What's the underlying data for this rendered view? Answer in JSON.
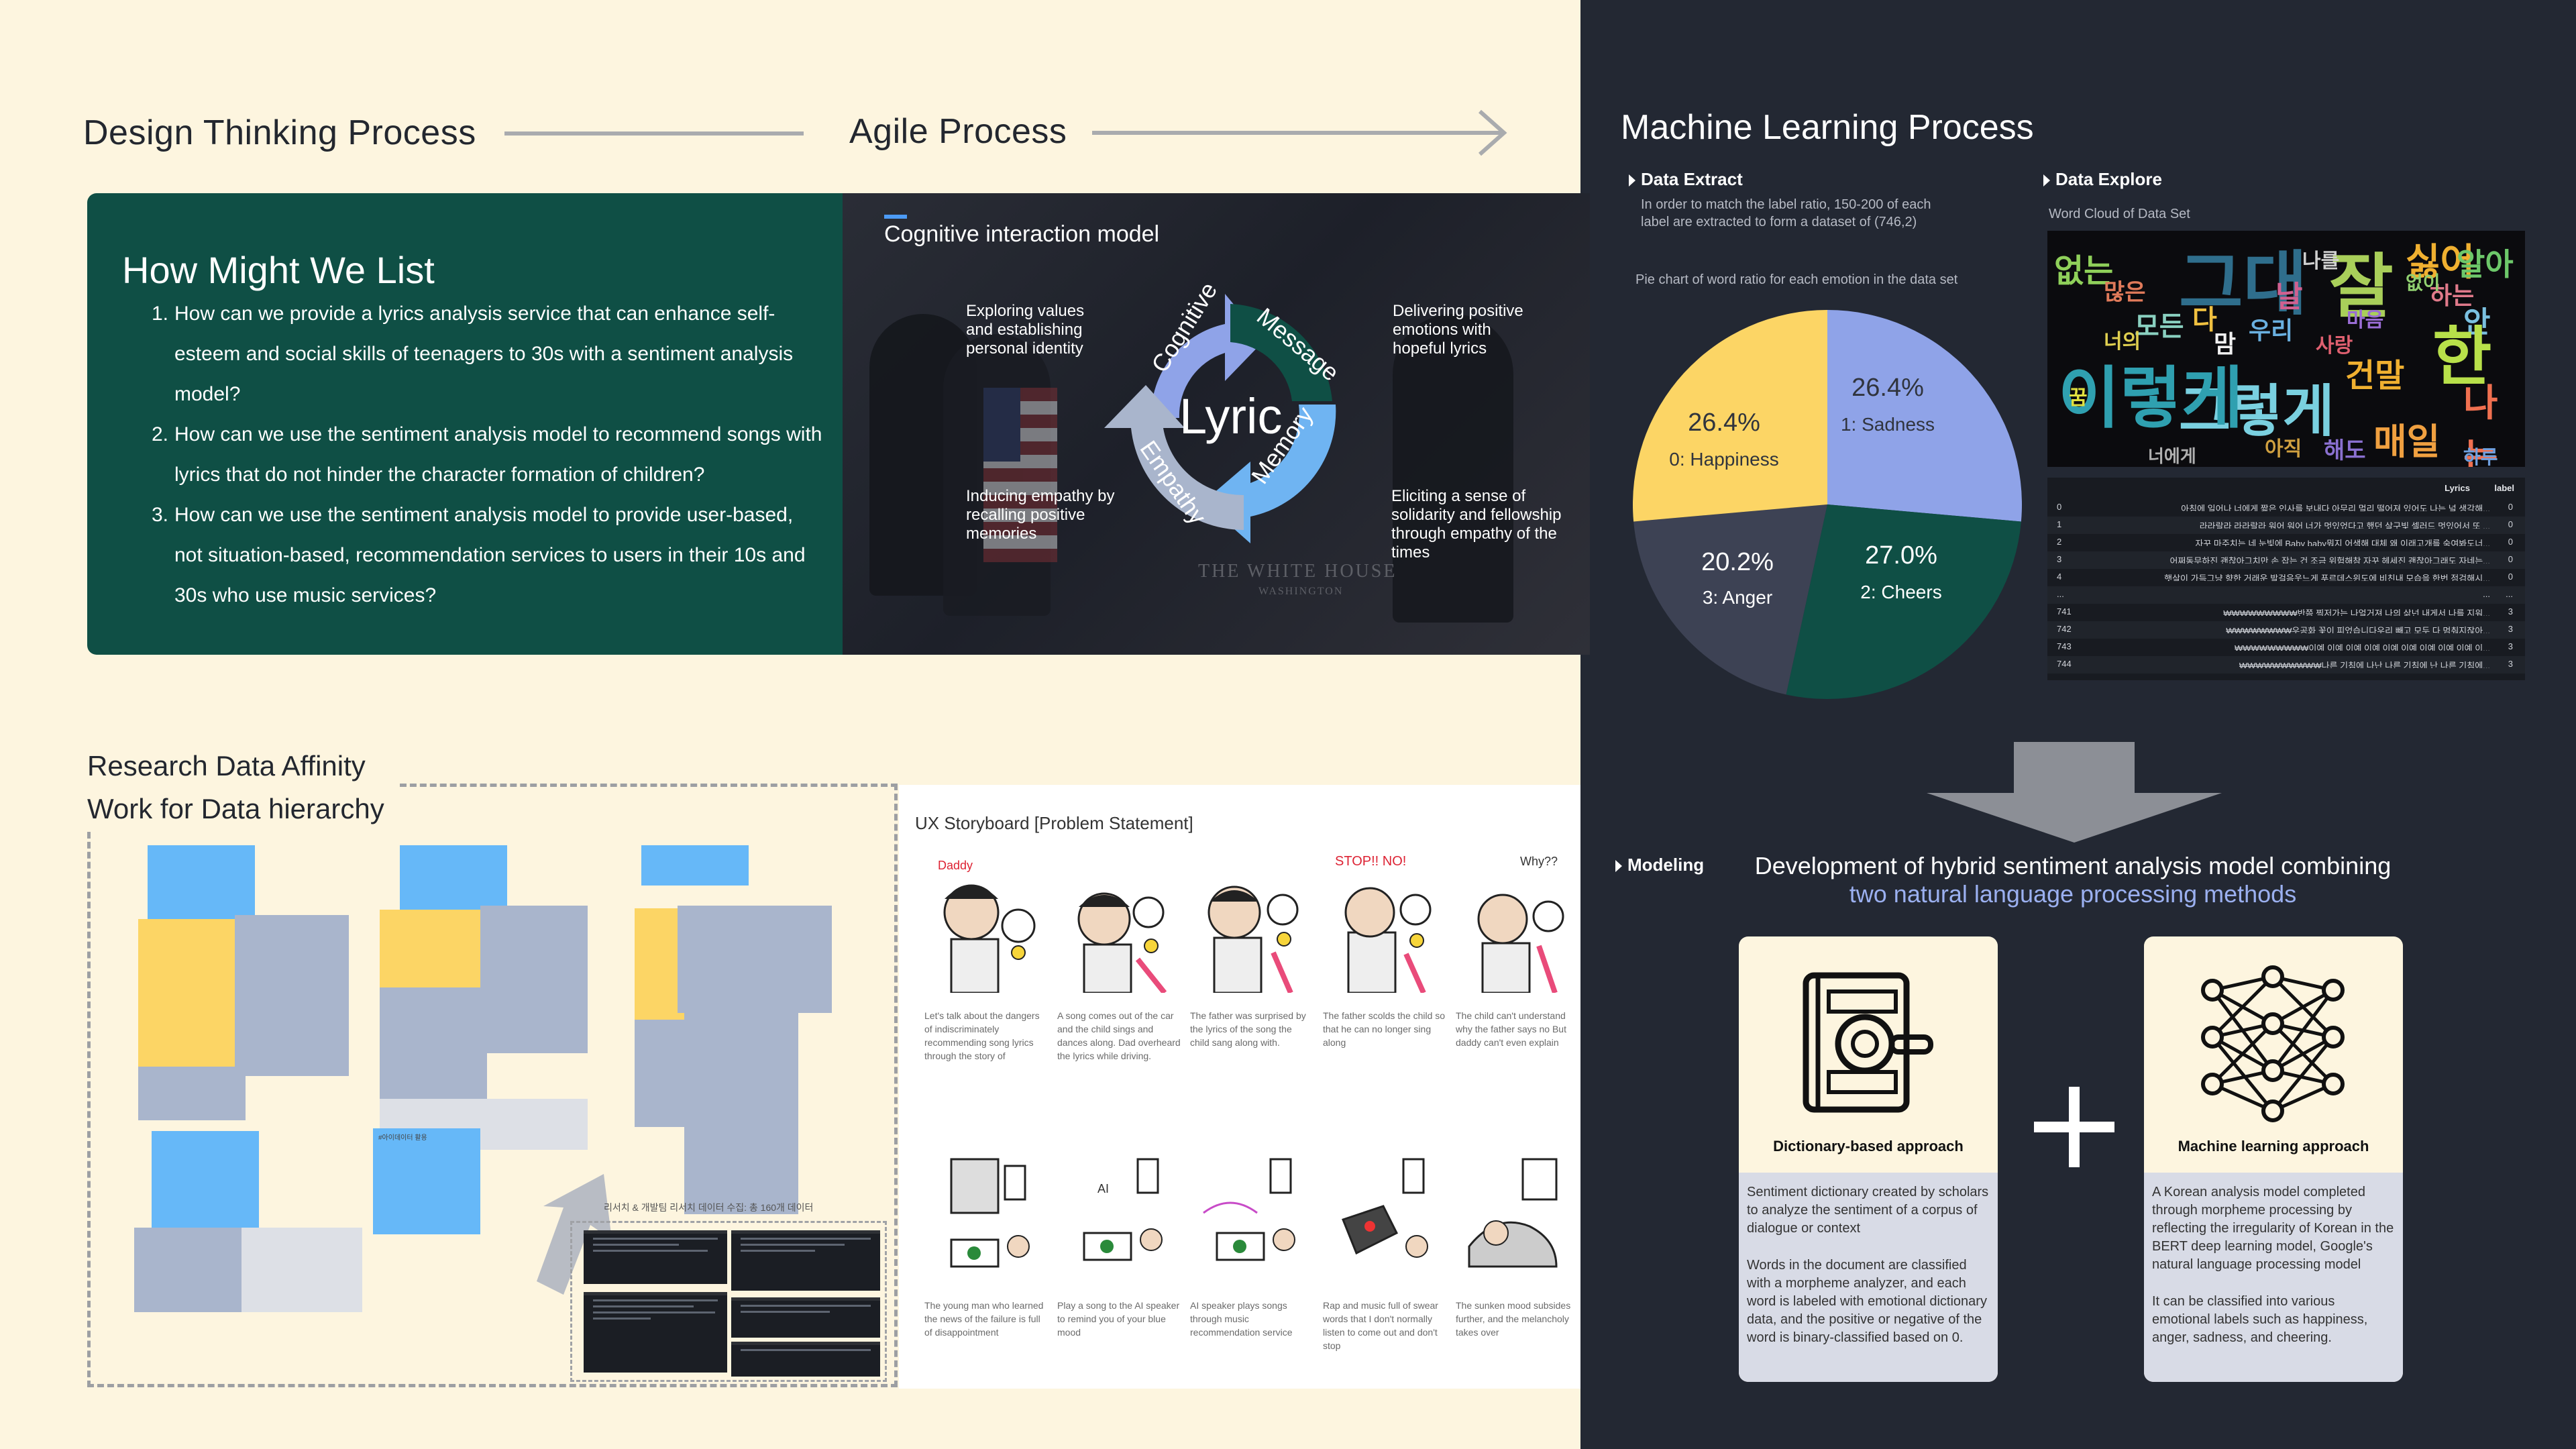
{
  "left": {
    "design_thinking": "Design Thinking Process",
    "agile": "Agile Process"
  },
  "hmw": {
    "title": "How Might We List",
    "items": [
      {
        "num": "1.",
        "text": "How can we provide a lyrics analysis service that can enhance self-esteem and social skills of teenagers to 30s with a sentiment analysis model?"
      },
      {
        "num": "2.",
        "text": "How can we use the sentiment analysis model to recommend songs with lyrics that do not hinder the character formation of  children?"
      },
      {
        "num": "3.",
        "text": "How can we use the sentiment analysis model to provide user-based, not situation-based, recommendation services to users in their 10s and 30s who use music services?"
      }
    ]
  },
  "cognitive": {
    "title": "Cognitive interaction model",
    "center": "Lyric",
    "arrow_labels": [
      "Cognitive",
      "Message",
      "Memory",
      "Empathy"
    ],
    "notes": {
      "top_left": "Exploring values and establishing personal identity",
      "top_right": "Delivering positive emotions with hopeful lyrics",
      "bottom_left": "Inducing empathy by recalling positive memories",
      "bottom_right": "Eliciting a sense of solidarity and fellowship through empathy of the times"
    },
    "background_text": [
      "THE WHITE HOUSE",
      "WASHINGTON"
    ]
  },
  "research": {
    "title_line1": "Research Data Affinity",
    "title_line2": "Work for Data hierarchy",
    "caption": "리서치 & 개발팀 리서치 데이터 수집: 총 160개 데이터",
    "sticky_label": "#아이데이터 활용"
  },
  "storyboard": {
    "title": "UX Storyboard [Problem Statement]",
    "frames": [
      {
        "caption": "Let's talk about the dangers of indiscriminately recommending song lyrics through the story of"
      },
      {
        "caption": "A song comes out of the car and the child sings and dances along. Dad overheard the lyrics while driving."
      },
      {
        "caption": "The father was surprised by the lyrics of the song the child sang along with."
      },
      {
        "caption": "The father scolds the child so that he can no longer sing along"
      },
      {
        "caption": "The child can't understand why the father says no But daddy can't even explain"
      },
      {
        "caption": "The young man who learned the news of the failure is full of disappointment"
      },
      {
        "caption": "Play a song to the AI speaker to remind you of your blue mood"
      },
      {
        "caption": "AI speaker plays songs through music recommendation service"
      },
      {
        "caption": "Rap and music full of swear words that I don't normally listen to come out and don't stop"
      },
      {
        "caption": "The sunken mood subsides further, and the melancholy takes over"
      }
    ],
    "bubbles": [
      "Daddy",
      "STOP!! NO!",
      "Why??",
      "AI"
    ]
  },
  "ml": {
    "title": "Machine Learning Process",
    "data_extract": {
      "label": "Data Extract",
      "desc": "In order to match the label ratio, 150-200 of each label are extracted to form a dataset of (746,2)",
      "pie_title": "Pie chart of word ratio for each emotion in the data set"
    },
    "data_explore": {
      "label": "Data Explore",
      "desc": "Word Cloud of Data Set",
      "columns": [
        "Lyrics",
        "label"
      ],
      "rows": [
        {
          "idx": "0",
          "text": "아침에 일어나 너에게 짧은 인사를 보내다 아무리 멀리 떨어져 있어도 나는 널 생각해...",
          "label": "0"
        },
        {
          "idx": "1",
          "text": "라라랄라 라라랄라 워어 워어 너가 멋있었다고 했던 살구빛 셀러드 멋있어서 또 ...",
          "label": "0"
        },
        {
          "idx": "2",
          "text": "자꾸 마주치는 네 눈빛에 Baby baby뭐지 어색해 대체 왜 이래고개를 숙여봐도너...",
          "label": "0"
        },
        {
          "idx": "3",
          "text": "어쩌동무하진 괜찮아그치만 손 잡는 건 조금 위험해참 자꾸 헤세진 괜찮아그래도 자네는...",
          "label": "0"
        },
        {
          "idx": "4",
          "text": "햇살이 가득그냥 향한 거래운 발걸음웃느게 푸르데스윈도에 비친내 모습을 한번 점검해시...",
          "label": "0"
        },
        {
          "idx": "...",
          "text": "...",
          "label": "..."
        },
        {
          "idx": "741",
          "text": "₩₩₩₩₩₩₩₩₩반쯤 찍저가는 나얼거져 나의 삶넌 내게서 나를 지워...",
          "label": "3"
        },
        {
          "idx": "742",
          "text": "₩₩₩₩₩₩₩₩우공화 꽃이 피었습니다우리 빼고 모두 다 멈춰지잖아...",
          "label": "3"
        },
        {
          "idx": "743",
          "text": "₩₩₩₩₩₩₩₩₩이예 이예 이예 이예 이예 이예 이예 이예 이예 이...",
          "label": "3"
        },
        {
          "idx": "744",
          "text": "₩₩₩₩₩₩₩₩₩₩나른 기침에 나난 나른 기침에 난 나른 기침에...",
          "label": "3"
        }
      ],
      "cloud_words": [
        "그대",
        "잘",
        "싫어",
        "알아",
        "없는",
        "하는",
        "마음",
        "안",
        "많은",
        "다",
        "모든",
        "한",
        "우리",
        "사랑",
        "너의",
        "맘",
        "건말",
        "매일",
        "그렇게",
        "이렇게",
        "아직",
        "해도",
        "나는",
        "날",
        "꿈",
        "너에게",
        "하루",
        "나를",
        "없이"
      ]
    },
    "modeling": {
      "label": "Modeling",
      "title": "Development of hybrid sentiment analysis model combining",
      "subtitle": "two natural language processing methods",
      "dictionary": {
        "name": "Dictionary-based approach",
        "desc1": "Sentiment dictionary created by scholars to analyze the sentiment of a corpus of dialogue or context",
        "desc2": "Words in the document are classified with a morpheme analyzer, and each word is labeled with emotional dictionary data, and the positive or negative of the word is binary-classified based on 0."
      },
      "machine": {
        "name": "Machine learning approach",
        "desc1": "A Korean analysis model completed through morpheme processing by reflecting the irregularity of Korean in the BERT deep learning model, Google's natural language processing model",
        "desc2": "It can be classified into various emotional labels such as happiness, anger, sadness, and cheering."
      }
    }
  },
  "chart_data": {
    "type": "pie",
    "title": "Pie chart of word ratio for each emotion in the data set",
    "slices": [
      {
        "label": "1: Sadness",
        "value": 26.4,
        "display": "26.4%",
        "color": "#8fa3e8"
      },
      {
        "label": "2: Cheers",
        "value": 27.0,
        "display": "27.0%",
        "color": "#0f4f45"
      },
      {
        "label": "3: Anger",
        "value": 20.2,
        "display": "20.2%",
        "color": "#3d4254"
      },
      {
        "label": "0: Happiness",
        "value": 26.4,
        "display": "26.4%",
        "color": "#fcd565"
      }
    ]
  },
  "colors": {
    "dark_green": "#0f4f45",
    "navy": "#232833",
    "cream": "#fdf5df",
    "accent_blue": "#8fa3e8",
    "yellow": "#fcd565"
  }
}
